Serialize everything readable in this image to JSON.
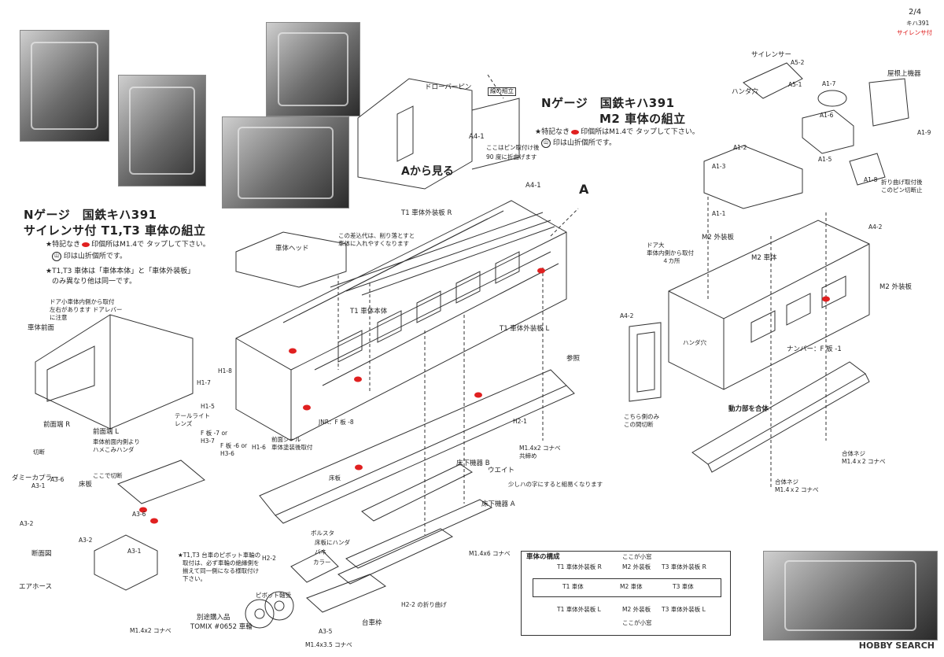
{
  "page": {
    "page_number": "2/4",
    "model_line1": "キハ391",
    "model_line2": "サイレンサ付"
  },
  "left_section": {
    "title_line1": "Nゲージ　国鉄キハ391",
    "title_line2": "サイレンサ付 T1,T3 車体の組立",
    "note1_prefix": "★特記なき",
    "note1_suffix": "印個所はM1.4で タップして下さい。",
    "note2_suffix": "印は山折個所です。",
    "note3_line1": "★T1,T3 車体は「車体本体」と「車体外装板」",
    "note3_line2": "のみ異なり他は同一です。"
  },
  "right_section": {
    "title_line1": "Nゲージ　国鉄キハ391",
    "title_line2": "M2 車体の組立",
    "note1_prefix": "★特記なき",
    "note1_suffix": "印個所はM1.4で タップして下さい。",
    "note2_suffix": "印は山折個所です。"
  },
  "labels": {
    "draw_bar_pin": "ドローバーピン",
    "mountain_fold_line": "線の組立",
    "pin_instruction_line1": "ここはピン取付け後",
    "pin_instruction_line2": "90 度に折曲げます",
    "view_from_a": "Aから見る",
    "a4_1_top": "A4-1",
    "arrow_a": "A",
    "a4_1_side": "A4-1",
    "t1_outer_r": "T1 車体外装板 R",
    "body_head": "車体ヘッド",
    "head_note_line1": "この差込代は、削り落とすと",
    "head_note_line2": "車体に入れやすくなります",
    "t1_body": "T1 車体本体",
    "t1_outer_l": "T1 車体外装板 L",
    "reference": "参照",
    "door_note_line1": "ドア小車体内側から取付",
    "door_note_line2": "左右があります ドアレバー",
    "door_note_line3": "に注意",
    "body_front": "車体前面",
    "h1_8": "H1-8",
    "h1_7": "H1-7",
    "h1_5": "H1-5",
    "tail_light": "テールライト",
    "lens": "レンズ",
    "f7_line1": "F 板 -7 or",
    "f7_line2": "H3-7",
    "f6_line1": "F 板 -6 or",
    "f6_line2": "H3-6",
    "h1_6": "H1-6",
    "front_seal_line1": "前面シール",
    "front_seal_line2": "車体塗装後取付",
    "jnr_plate": "JNR：F 板 -8",
    "h2_1": "H2-1",
    "m14x2_a": "M1.4x2 コナベ",
    "common": "共締め",
    "front_end_r": "前面端 R",
    "front_end_l": "前面端 L",
    "front_end_note_line1": "車体前面内側より",
    "front_end_note_line2": "ハメこみハンダ",
    "cut": "切断",
    "cut_here": "ここで切断",
    "dummy_coupler": "ダミーカプラー",
    "a3_6_top": "A3-6",
    "a3_1_top": "A3-1",
    "a3_2_top": "A3-2",
    "floor": "床板",
    "a3_6_mid": "A3-6",
    "a3_2_mid": "A3-2",
    "a3_1_mid": "A3-1",
    "section_view": "断面図",
    "air_hose": "エアホース",
    "m14x2_b": "M1.4x2 コナベ",
    "bogie_note_line1": "★T1,T3 台車のピボット車輪の",
    "bogie_note_line2": "取付は、必ず車輪の絶縁側を",
    "bogie_note_line3": "揃えて同一側になる様取付け",
    "bogie_note_line4": "下さい。",
    "separate_purchase": "別途購入品",
    "tomix_wheels": "TOMIX #0652 車輪",
    "pivot_wheels": "ピボット軸受",
    "h2_2": "H2-2",
    "bolster": "ボルスタ",
    "floor_solder": "床板にハンダ",
    "spring": "バネ",
    "collar": "カラー",
    "a3_5": "A3-5",
    "m14x35": "M1.4x3.5 コナベ",
    "bogie_frame": "台車枠",
    "h2_2_fold": "H2-2 の折り曲げ",
    "floor_plate": "床板",
    "underfloor_b": "床下機器 B",
    "underfloor_a": "床下機器 A",
    "weight": "ウエイト",
    "weight_note": "少しハの字にすると組易くなります",
    "m14x6": "M1.4x6 コナベ",
    "silencer": "サイレンサー",
    "a5_2": "A5-2",
    "a5_1": "A5-1",
    "solder_hole": "ハンダ穴",
    "a1_7": "A1-7",
    "a1_6": "A1-6",
    "a1_5": "A1-5",
    "roof_equipment": "屋根上機器",
    "a1_9": "A1-9",
    "a1_8": "A1-8",
    "fold_pin_note_line1": "折り曲げ取付後",
    "fold_pin_note_line2": "このピン切断止",
    "a1_2": "A1-2",
    "a1_3": "A1-3",
    "a1_1": "A1-1",
    "a4_2_top": "A4-2",
    "m2_outer_top": "M2 外装板",
    "door_large_line1": "ドア大",
    "door_large_line2": "車体内側から取付",
    "door_large_line3": "４カ所",
    "m2_body": "M2 車体",
    "m2_outer": "M2 外装板",
    "a4_2_left": "A4-2",
    "solder_hole_2": "ハンダ穴",
    "number_plate": "ナンバー：F 板 -1",
    "only_this_side_line1": "こちら側のみ",
    "only_this_side_line2": "この間切断",
    "power_unit": "動力部を合体",
    "combined_screw_1_line1": "合体ネジ",
    "combined_screw_1_line2": "M1.4ｘ2 コナベ",
    "combined_screw_2_line1": "合体ネジ",
    "combined_screw_2_line2": "M1.4ｘ2 コナベ"
  },
  "body_config": {
    "title": "車体の構成",
    "small_window_top": "ここが小窓",
    "row_outer_r": [
      "T1 車体外装板 R",
      "M2 外装板",
      "T3 車体外装板 R"
    ],
    "row_body": [
      "T1 車体",
      "M2 車体",
      "T3 車体"
    ],
    "row_outer_l": [
      "T1 車体外装板 L",
      "M2 外装板",
      "T3 車体外装板 L"
    ],
    "small_window_bottom": "ここが小窓"
  },
  "watermark": "HOBBY SEARCH",
  "colors": {
    "tap_marker": "#e02020",
    "line": "#333333"
  }
}
